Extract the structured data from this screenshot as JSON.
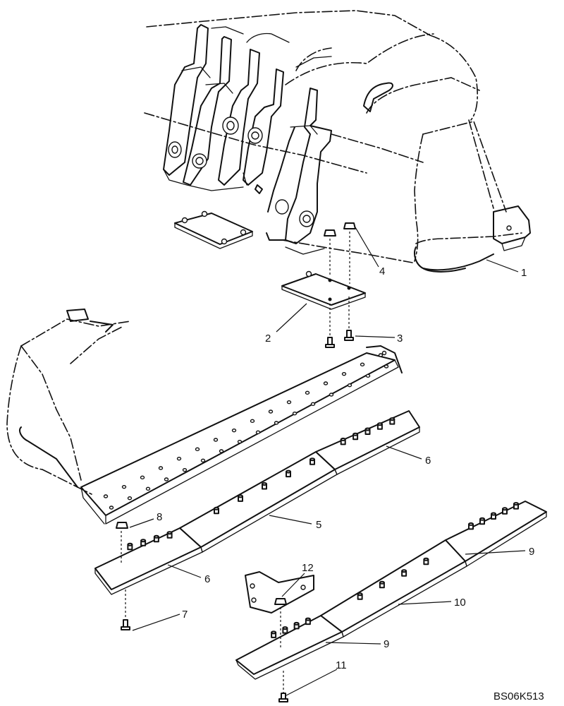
{
  "diagram": {
    "code": "BS06K513",
    "callouts": [
      {
        "id": "c1",
        "text": "1"
      },
      {
        "id": "c2",
        "text": "2"
      },
      {
        "id": "c3",
        "text": "3"
      },
      {
        "id": "c4",
        "text": "4"
      },
      {
        "id": "c5",
        "text": "5"
      },
      {
        "id": "c6a",
        "text": "6"
      },
      {
        "id": "c6b",
        "text": "6"
      },
      {
        "id": "c7",
        "text": "7"
      },
      {
        "id": "c8",
        "text": "8"
      },
      {
        "id": "c9a",
        "text": "9"
      },
      {
        "id": "c9b",
        "text": "9"
      },
      {
        "id": "c10",
        "text": "10"
      },
      {
        "id": "c11",
        "text": "11"
      },
      {
        "id": "c12",
        "text": "12"
      }
    ]
  }
}
